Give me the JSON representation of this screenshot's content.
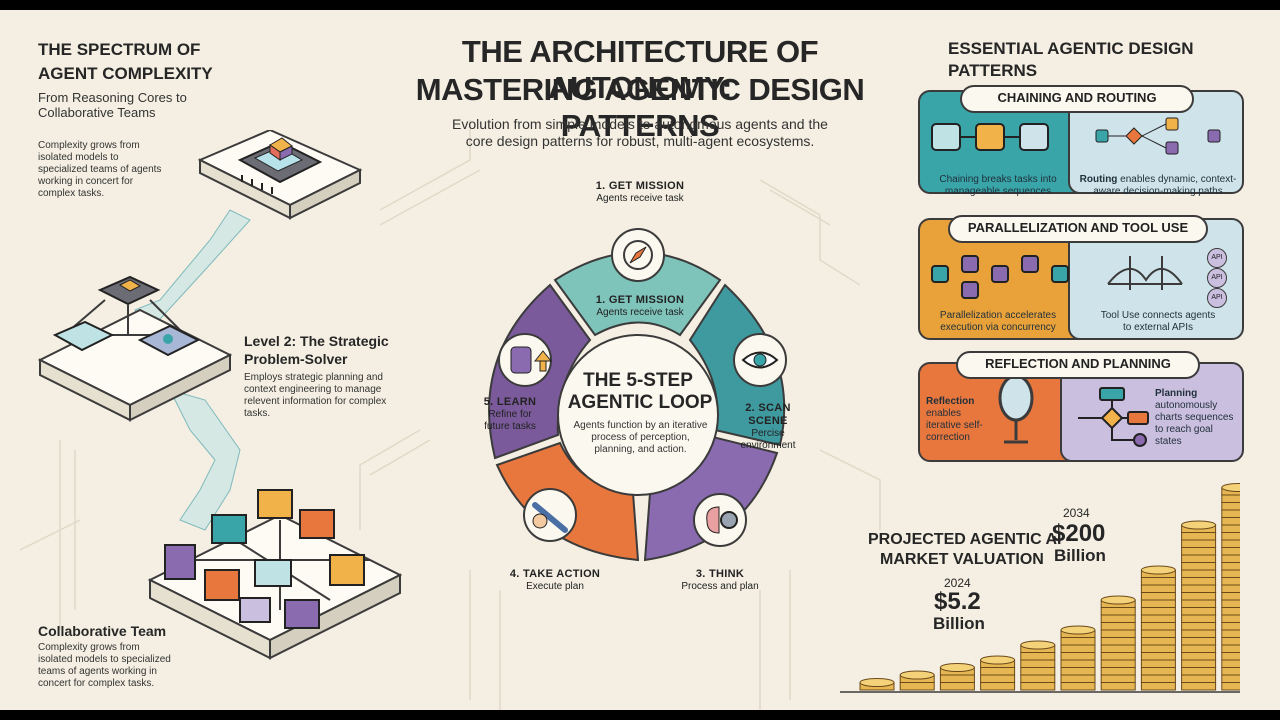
{
  "title": {
    "line1": "THE ARCHITECTURE OF AUTONOMY:",
    "line2": "MASTERING AGENTIC DESIGN PATTERNS",
    "subtitle_line1": "Evolution from simple models to autonomous agents and the",
    "subtitle_line2": "core design patterns for robust, multi-agent ecosystems."
  },
  "spectrum": {
    "heading_line1": "THE SPECTRUM OF",
    "heading_line2": "AGENT COMPLEXITY",
    "subheading_line1": "From Reasoning Cores to",
    "subheading_line2": "Collaborative Teams",
    "intro": [
      "Complexity grows from",
      "isolated models to",
      "specialized teams of agents",
      "working in concert for",
      "complex tasks."
    ],
    "level2_title_line1": "Level 2: The Strategic",
    "level2_title_line2": "Problem-Solver",
    "level2_desc": [
      "Employs strategic planning and",
      "context engineering to manage",
      "relevent information for complex",
      "tasks."
    ],
    "team_title": "Collaborative Team",
    "team_desc": [
      "Complexity grows from",
      "isolated models to specialized",
      "teams of agents working in",
      "concert for complex tasks."
    ]
  },
  "loop": {
    "center_title_line1": "THE 5-STEP",
    "center_title_line2": "AGENTIC LOOP",
    "center_desc_line1": "Agents function by an iterative",
    "center_desc_line2": "process of perception,",
    "center_desc_line3": "planning, and action.",
    "top_label": "1. GET MISSION",
    "top_desc": "Agents receive task",
    "steps": [
      {
        "label": "1. GET MISSION",
        "desc": "Agents receive task",
        "icon": "compass-icon",
        "color": "#7fc4bb"
      },
      {
        "label": "2. SCAN SCENE",
        "desc_line1": "Percise",
        "desc_line2": "environment",
        "icon": "eye-icon",
        "color": "#3f9aa0"
      },
      {
        "label": "3. THINK",
        "desc": "Process and plan",
        "icon": "brain-gear-icon",
        "color": "#8a6bb0"
      },
      {
        "label": "4. TAKE ACTION",
        "desc": "Execute plan",
        "icon": "wrench-hand-icon",
        "color": "#e77a45"
      },
      {
        "label": "5. LEARN",
        "desc_line1": "Refine for",
        "desc_line2": "future tasks",
        "icon": "database-upload-icon",
        "color": "#7a5a9a"
      }
    ]
  },
  "patterns": {
    "heading": "ESSENTIAL AGENTIC DESIGN PATTERNS",
    "chaining_routing": {
      "title": "CHAINING AND ROUTING",
      "chaining_line1": "Chaining breaks tasks into",
      "chaining_line2": "manageable sequences",
      "routing_bold": "Routing",
      "routing_line1": " enables dynamic, context-",
      "routing_line2": "aware decision-making paths"
    },
    "parallel_tool": {
      "title": "PARALLELIZATION AND TOOL USE",
      "parallel_line1": "Parallelization accelerates",
      "parallel_line2": "execution via concurrency",
      "tool_line1": "Tool Use connects agents",
      "tool_line2": "to external APIs",
      "api_badges": [
        "API",
        "API",
        "API"
      ]
    },
    "reflection_planning": {
      "title": "REFLECTION AND PLANNING",
      "reflection_bold": "Reflection",
      "reflection_lines": [
        "enables",
        "iterative self-",
        "correction"
      ],
      "planning_bold": "Planning",
      "planning_lines": [
        "autonomously",
        "charts sequences",
        "to reach goal",
        "states"
      ]
    },
    "colors": {
      "teal": "#3aa5a8",
      "light_blue": "#cfe3ea",
      "orange": "#e9a23a",
      "coral": "#e8773e",
      "lilac": "#cbbfe0"
    }
  },
  "market": {
    "title_line1": "PROJECTED AGENTIC AI",
    "title_line2": "MARKET VALUATION",
    "year_2024": "2024",
    "value_2024": "$5.2",
    "unit_2024": "Billion",
    "year_2034": "2034",
    "value_2034": "$200",
    "unit_2034": "Billion",
    "coin_stack_heights": [
      1,
      2,
      3,
      4,
      6,
      8,
      12,
      16,
      22,
      27
    ]
  }
}
